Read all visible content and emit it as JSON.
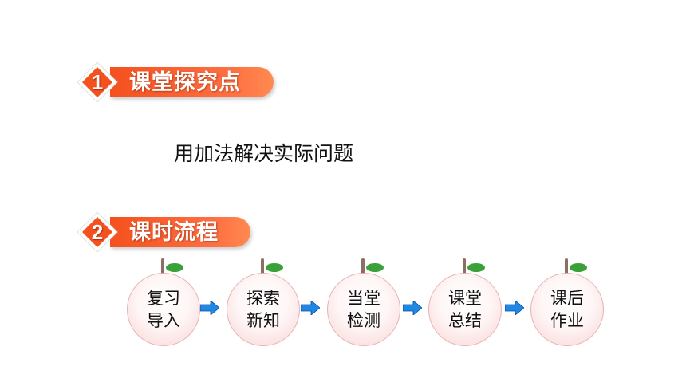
{
  "sections": [
    {
      "number": "1",
      "title": "课堂探究点"
    },
    {
      "number": "2",
      "title": "课时流程"
    }
  ],
  "topic": "用加法解决实际问题",
  "flow_steps": [
    {
      "line1": "复习",
      "line2": "导入"
    },
    {
      "line1": "探索",
      "line2": "新知"
    },
    {
      "line1": "当堂",
      "line2": "检测"
    },
    {
      "line1": "课堂",
      "line2": "总结"
    },
    {
      "line1": "课后",
      "line2": "作业"
    }
  ],
  "icons": {
    "section_badge": "diamond-number-badge",
    "flow_arrow": "right-arrow-icon",
    "step_fruit": "peach-icon"
  },
  "colors": {
    "banner": "#f4511e",
    "arrow": "#1e88e5",
    "leaf": "#3aa13a"
  }
}
